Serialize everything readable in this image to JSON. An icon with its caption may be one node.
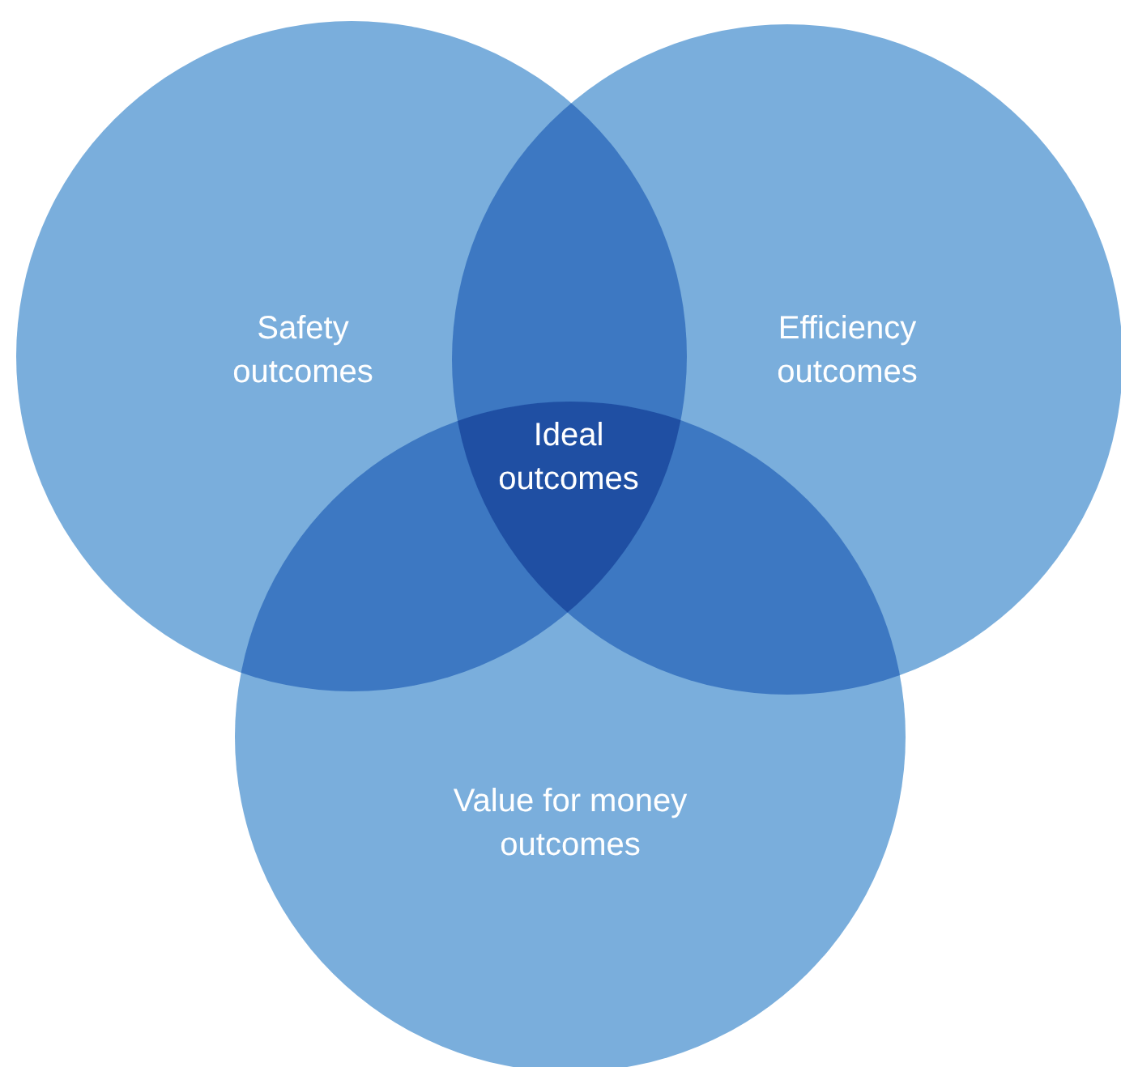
{
  "diagram": {
    "nodes": [
      {
        "text": [
          "Safety outcomes"
        ]
      },
      {
        "text": [
          "Efficiency outcomes"
        ]
      },
      {
        "text": [
          "Value for money outcomes"
        ]
      }
    ],
    "labels": [
      "Ideal outcomes"
    ]
  }
}
